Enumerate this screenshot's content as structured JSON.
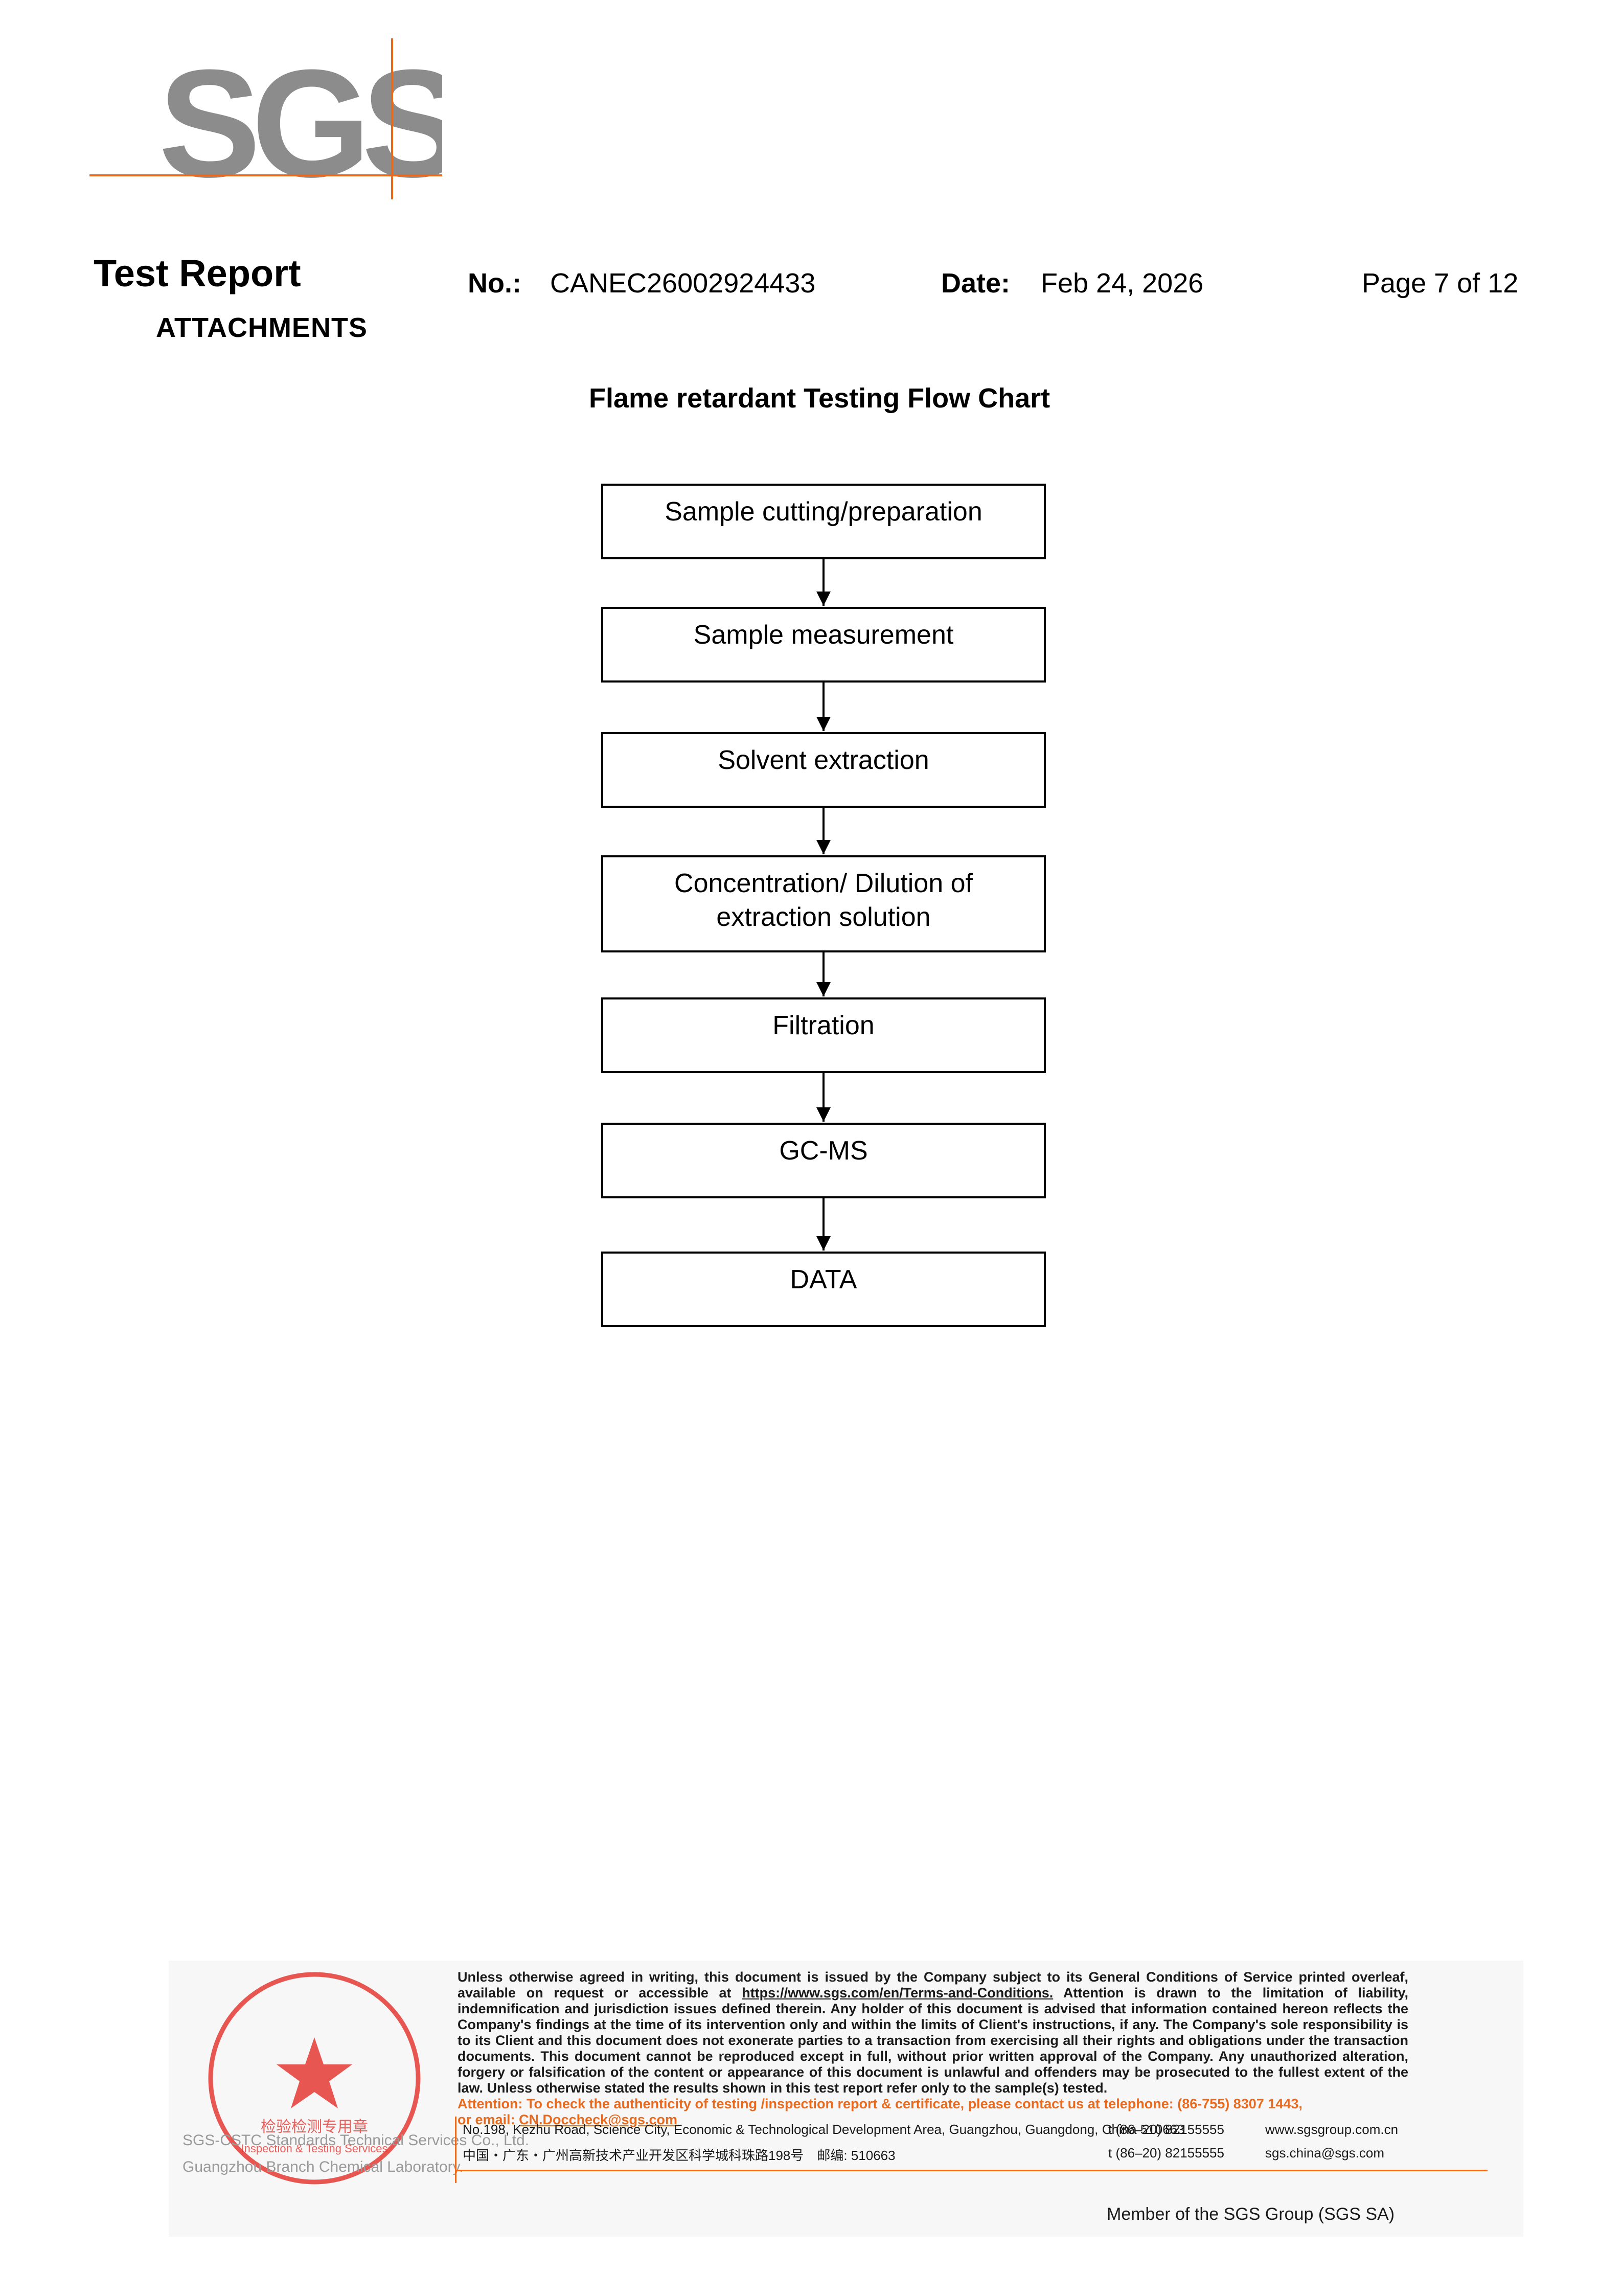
{
  "logo": {
    "text": "SGS"
  },
  "header": {
    "title": "Test Report",
    "no_label": "No.:",
    "no_value": "CANEC26002924433",
    "date_label": "Date:",
    "date_value": "Feb 24, 2026",
    "page": "Page 7 of 12",
    "section": "ATTACHMENTS"
  },
  "chart": {
    "title": "Flame retardant Testing Flow Chart",
    "steps": [
      "Sample cutting/preparation",
      "Sample measurement",
      "Solvent extraction",
      "Concentration/ Dilution of\nextraction solution",
      "Filtration",
      "GC-MS",
      "DATA"
    ]
  },
  "footer": {
    "disclaimer_1": "Unless otherwise agreed in writing, this document is issued by the Company subject to its General Conditions of Service printed overleaf, available on request or accessible at",
    "disclaimer_link": "https://www.sgs.com/en/Terms-and-Conditions.",
    "disclaimer_2": "Attention is drawn to the limitation of liability, indemnification and jurisdiction issues defined therein. Any holder of this document is advised that information contained hereon reflects the Company's findings at the time of its intervention only and within the limits of Client's instructions, if any. The Company's sole responsibility is to its Client and this document does not exonerate parties to a transaction from exercising all their rights and obligations under the transaction documents. This document cannot be reproduced except in full, without prior written approval of the Company. Any unauthorized alteration, forgery or falsification of the content or appearance of this document is unlawful and offenders may be prosecuted to the fullest extent of the law. Unless otherwise stated the results shown in this test report refer only to the sample(s) tested.",
    "attention": "Attention: To check the authenticity of testing /inspection report & certificate, please contact us at telephone: (86-755) 8307 1443,",
    "email_prefix": "or email:",
    "email": "CN.Doccheck@sgs.com",
    "address_en": "No.198, Kezhu Road, Science City, Economic & Technological Development Area, Guangzhou, Guangdong, China 510663",
    "address_cn": "中国・广东・广州高新技术产业开发区科学城科珠路198号　邮编: 510663",
    "tel_1": "t (86–20) 82155555",
    "tel_2": "t (86–20) 82155555",
    "web_1": "www.sgsgroup.com.cn",
    "web_2": "sgs.china@sgs.com",
    "member": "Member of the SGS Group (SGS SA)",
    "lab_line_1": "SGS-CSTC Standards Technical Services Co., Ltd.",
    "lab_line_2": "Guangzhou Branch Chemical Laboratory.",
    "seal_center": "检验检测专用章",
    "seal_sub": "Inspection & Testing Services"
  },
  "colors": {
    "accent_orange": "#e86a1e",
    "logo_grey": "#8c8c8c",
    "seal_red": "#e53935"
  }
}
